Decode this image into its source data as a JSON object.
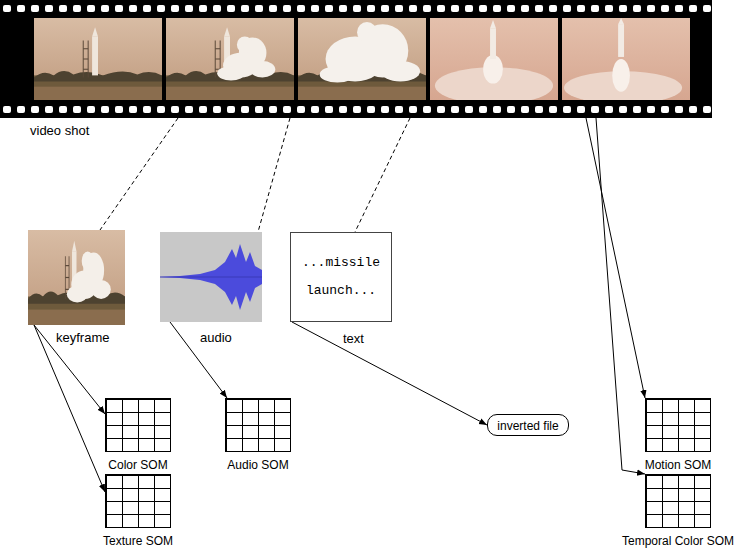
{
  "diagram": {
    "nodes": [
      {
        "text": [
          "video shot"
        ]
      },
      {
        "text": [
          "keyframe"
        ]
      },
      {
        "text": [
          "audio"
        ]
      },
      {
        "text": [
          "...missile launch...",
          "text"
        ]
      },
      {
        "text": [
          "Color SOM"
        ]
      },
      {
        "text": [
          "Texture SOM"
        ]
      },
      {
        "text": [
          "Audio SOM"
        ]
      },
      {
        "text": [
          "inverted file"
        ]
      },
      {
        "text": [
          "Motion SOM"
        ]
      },
      {
        "text": [
          "Temporal Color SOM"
        ]
      }
    ],
    "edges": [
      {
        "from": 0,
        "to": 1,
        "arrow": "none"
      },
      {
        "from": 0,
        "to": 2,
        "arrow": "none"
      },
      {
        "from": 0,
        "to": 3,
        "arrow": "none"
      },
      {
        "from": 1,
        "to": 4,
        "arrow": "to"
      },
      {
        "from": 1,
        "to": 5,
        "arrow": "to"
      },
      {
        "from": 2,
        "to": 6,
        "arrow": "to"
      },
      {
        "from": 3,
        "to": 7,
        "arrow": "to"
      },
      {
        "from": 0,
        "to": 8,
        "arrow": "to"
      },
      {
        "from": 0,
        "to": 9,
        "arrow": "to"
      }
    ]
  }
}
